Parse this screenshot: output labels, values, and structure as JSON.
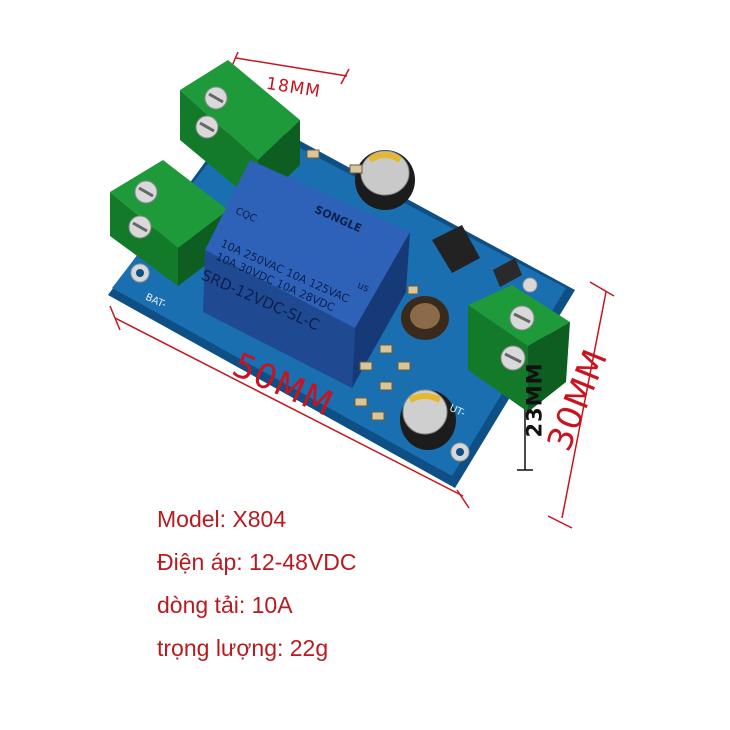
{
  "dimensions": {
    "length": "50MM",
    "width": "30MM",
    "terminal_spacing": "18MM",
    "terminal_block": "23MM"
  },
  "relay": {
    "brand": "SONGLE",
    "cqc": "CQC",
    "rating_line1": "10A 250VAC  10A 125VAC",
    "rating_line2": "10A 30VDC  10A 28VDC",
    "model": "SRD-12VDC-SL-C",
    "ul_mark": "us"
  },
  "board": {
    "bat_label": "BAT-",
    "out_label": "UT-",
    "pcb_green": "#2d8a3c",
    "pcb_blue": "#1566a5",
    "relay_blue": "#2e62b8"
  },
  "specs": [
    "Model: X804",
    "Điện áp: 12-48VDC",
    "dòng tải: 10A",
    "trọng lượng: 22g"
  ]
}
